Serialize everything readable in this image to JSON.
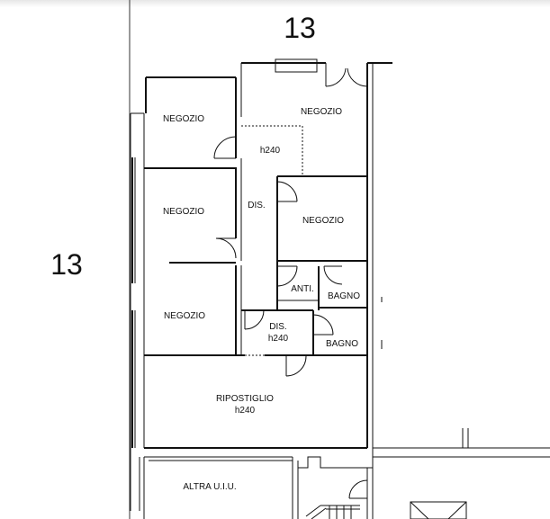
{
  "sheet": {
    "number_top": "13",
    "number_left": "13"
  },
  "rooms": {
    "negozio_1": "NEGOZIO",
    "negozio_2": "NEGOZIO",
    "negozio_3": "NEGOZIO",
    "negozio_4": "NEGOZIO",
    "negozio_5": "NEGOZIO",
    "h240_top": "h240",
    "dis_main": "DIS.",
    "anti": "ANTI.",
    "bagno_1": "BAGNO",
    "dis_small": "DIS.",
    "dis_small_h": "h240",
    "bagno_2": "BAGNO",
    "ripostiglio": "RIPOSTIGLIO",
    "ripostiglio_h": "h240",
    "altra_uiu": "ALTRA U.I.U."
  }
}
